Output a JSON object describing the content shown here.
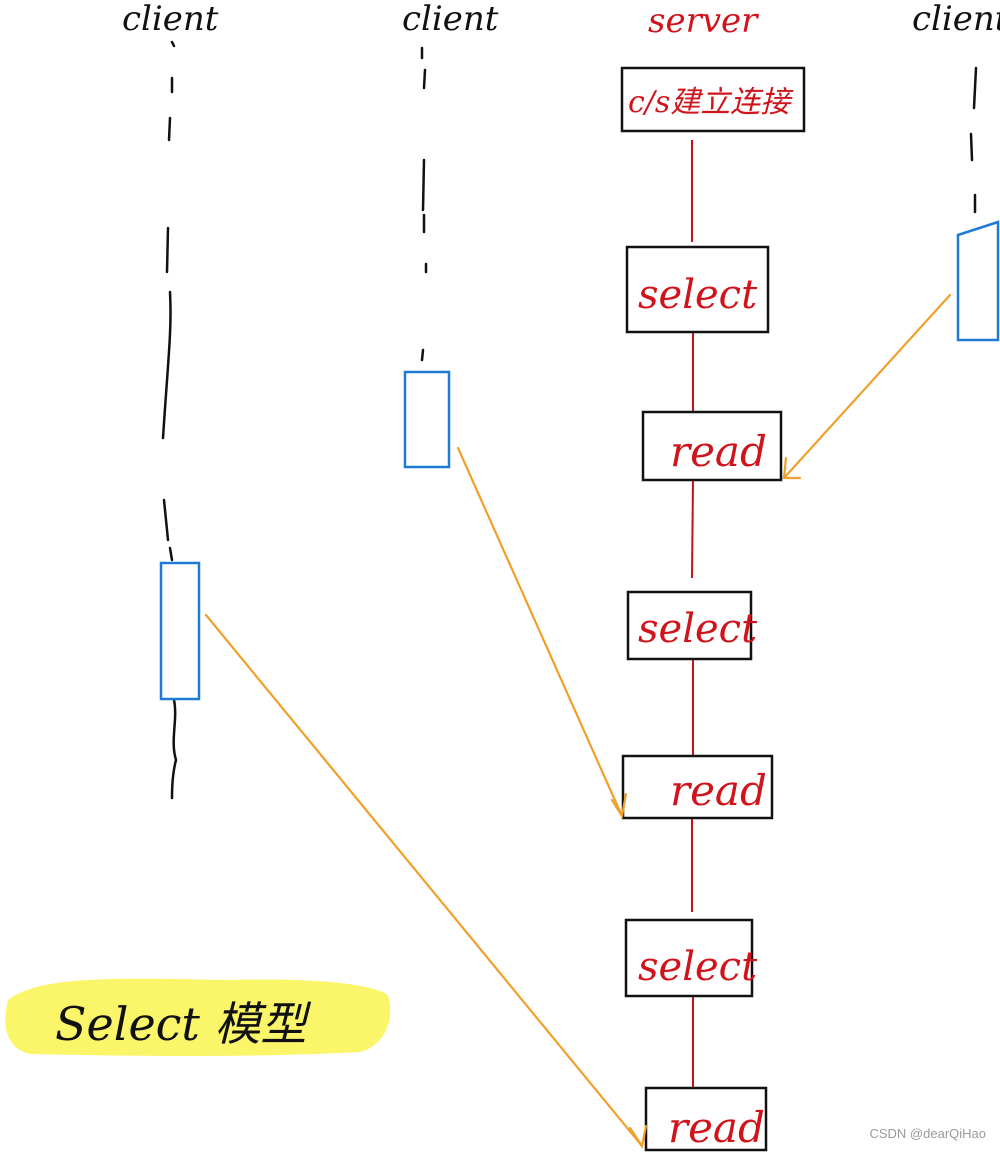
{
  "labels": {
    "client_1": "client",
    "client_2": "client",
    "server": "server",
    "client_3": "client"
  },
  "server_steps": {
    "connect": "c/s建立连接",
    "select_1": "select",
    "read_1": "read",
    "select_2": "select",
    "read_2": "read",
    "select_3": "select",
    "read_3": "read"
  },
  "caption": "Select 模型",
  "watermark": "CSDN @dearQiHao",
  "colors": {
    "client_text": "#111111",
    "server_text": "#d0141b",
    "server_line": "#c8101a",
    "client_box": "#1f7ad6",
    "arrow": "#f0a02a",
    "highlight": "#fbf56a",
    "box_border": "#111111"
  }
}
